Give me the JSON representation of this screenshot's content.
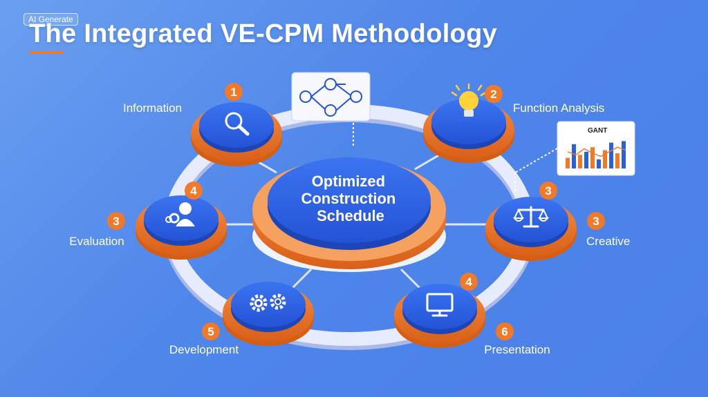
{
  "header": {
    "tag": "AI Generate",
    "title": "The Integrated VE-CPM Methodology"
  },
  "colors": {
    "blue": "#2a5fe0",
    "blue_dark": "#1c45b8",
    "orange": "#f07a2a",
    "orange_dark": "#d45e14",
    "ring": "#dfe6f8"
  },
  "center": {
    "lines": [
      "Optimized",
      "Construction",
      "Schedule"
    ]
  },
  "nodes": [
    {
      "id": "information",
      "label": "Information",
      "number": "1",
      "icon": "magnifier-icon"
    },
    {
      "id": "function-analysis",
      "label": "Function Analysis",
      "number": "2",
      "icon": "lightbulb-icon"
    },
    {
      "id": "creative",
      "label": "Creative",
      "number": "3",
      "extra_number": "3",
      "icon": "scales-icon"
    },
    {
      "id": "presentation",
      "label": "Presentation",
      "number": "6",
      "extra_number": "4",
      "icon": "monitor-icon"
    },
    {
      "id": "development",
      "label": "Development",
      "number": "5",
      "icon": "gears-icon"
    },
    {
      "id": "evaluation",
      "label": "Evaluation",
      "number": "3",
      "extra_number": "4",
      "icon": "users-icon"
    }
  ],
  "gantt_card": {
    "title": "GANT",
    "bars": [
      0.35,
      0.8,
      0.45,
      0.55,
      0.7,
      0.3,
      0.6,
      0.85,
      0.5,
      0.9
    ],
    "trend": [
      0.55,
      0.45,
      0.65,
      0.5,
      0.4,
      0.55,
      0.7,
      0.6
    ]
  }
}
